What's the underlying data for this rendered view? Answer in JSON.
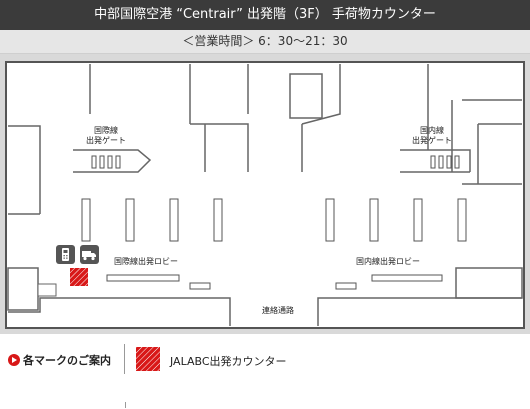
{
  "header": {
    "title": "中部国際空港 “Centrair” 出発階（3F） 手荷物カウンター",
    "hours": "＜営業時間＞ 6：30〜21：30"
  },
  "map": {
    "labels": {
      "intl_gate": "国際線\n出発ゲート",
      "dom_gate": "国内線\n出発ゲート",
      "intl_lobby": "国際線出発ロビー",
      "dom_lobby": "国内線出発ロビー",
      "corridor": "連絡通路"
    },
    "icons": [
      "phone-icon",
      "truck-icon"
    ]
  },
  "legend": {
    "title": "各マークのご案内",
    "items": [
      {
        "label": "JALABC出発カウンター",
        "color": "#d81818"
      }
    ]
  },
  "colors": {
    "header_bg": "#3b3b3b",
    "hours_bg": "#e6e6e6",
    "floor": "#ffffff",
    "outside": "#d9d9d9",
    "wall": "#555555",
    "accent": "#d81818"
  }
}
